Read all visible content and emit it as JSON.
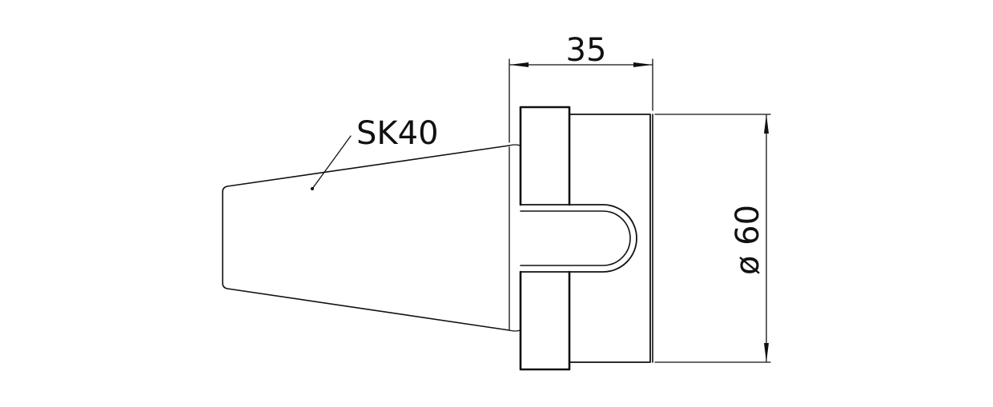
{
  "drawing": {
    "part_label": "SK40",
    "dimensions": {
      "length": "35",
      "diameter": "ø 60"
    },
    "line_color": "#111111",
    "background": "#ffffff"
  }
}
